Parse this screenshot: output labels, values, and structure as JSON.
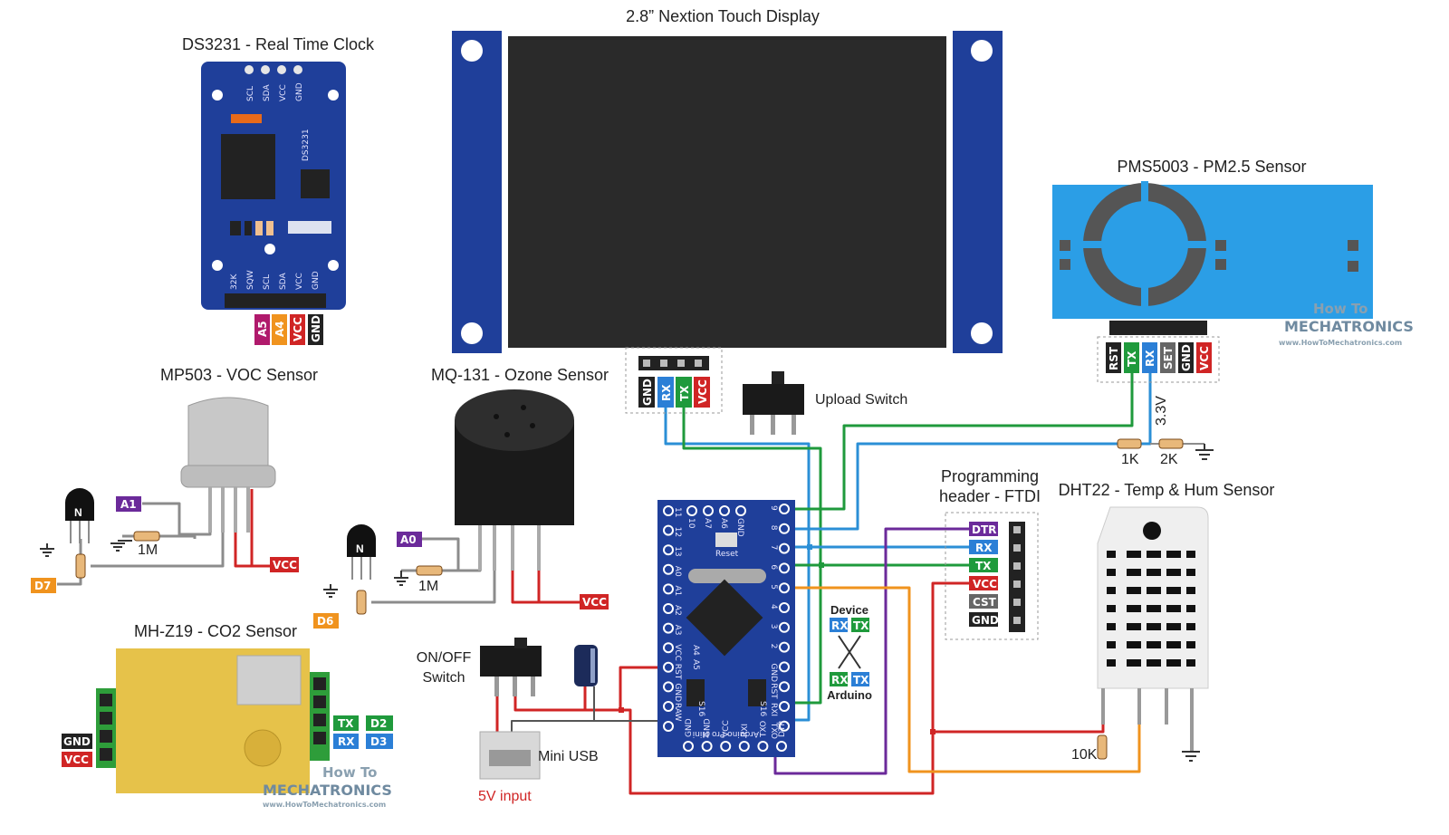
{
  "colors": {
    "board_blue": "#1f3f9a",
    "pms_blue": "#2b9ee6",
    "mhz_gold": "#e6c24a",
    "wire_red": "#d02525",
    "wire_green": "#1f9a3c",
    "wire_blue": "#2b8fd6",
    "wire_purple": "#6b2a9a",
    "wire_orange": "#f0931e",
    "wire_gray": "#8c8c8c",
    "pin_a5": "#b01a6c",
    "pin_orange": "#f0931e",
    "pin_red": "#d02525",
    "pin_black": "#222222",
    "pin_purple": "#6b2a9a",
    "pin_green": "#1f9a3c",
    "pin_blue": "#2b7fd6",
    "pin_gray": "#666666"
  },
  "titles": {
    "nextion": "2.8” Nextion Touch Display",
    "rtc": "DS3231 - Real Time Clock",
    "pms": "PMS5003 - PM2.5 Sensor",
    "mp503": "MP503 - VOC Sensor",
    "mq131": "MQ-131 - Ozone Sensor",
    "mhz19": "MH-Z19 - CO2 Sensor",
    "programming_1": "Programming",
    "programming_2": "header - FTDI",
    "dht22": "DHT22 - Temp & Hum Sensor"
  },
  "labels": {
    "upload_switch": "Upload Switch",
    "onoff_1": "ON/OFF",
    "onoff_2": "Switch",
    "mini_usb": "Mini USB",
    "five_v": "5V input",
    "device": "Device",
    "arduino": "Arduino",
    "r_1m_a": "1M",
    "r_1m_b": "1M",
    "r_1k": "1K",
    "r_2k": "2K",
    "r_10k": "10K",
    "v33": "3.3V",
    "transistor": "N",
    "pro_mini": "Arduino Pro Mini",
    "reset": "Reset",
    "regulator": "S16"
  },
  "rtc": {
    "chip": "DS3231",
    "top_pins": [
      "SCL",
      "SDA",
      "VCC",
      "GND"
    ],
    "bottom_pins": [
      "32K",
      "SQW",
      "SCL",
      "SDA",
      "VCC",
      "GND"
    ],
    "tags": [
      "A5",
      "A4",
      "VCC",
      "GND"
    ]
  },
  "nextion_tags": [
    "GND",
    "RX",
    "TX",
    "VCC"
  ],
  "pms_tags": [
    "RST",
    "TX",
    "RX",
    "SET",
    "GND",
    "VCC"
  ],
  "mp503_tags": {
    "analog": "A1",
    "digital": "D7",
    "vcc": "VCC"
  },
  "mq131_tags": {
    "analog": "A0",
    "digital": "D6",
    "vcc": "VCC"
  },
  "mhz19_tags": {
    "gnd": "GND",
    "vcc": "VCC",
    "tx": "TX",
    "d2": "D2",
    "rx": "RX",
    "d3": "D3"
  },
  "ftdi_tags": [
    "DTR",
    "RX",
    "TX",
    "VCC",
    "CST",
    "GND"
  ],
  "xover": {
    "dev_rx": "RX",
    "dev_tx": "TX",
    "ard_rx": "RX",
    "ard_tx": "TX"
  },
  "pro_mini": {
    "top_labels": [
      "10",
      "A7",
      "A6",
      "GND"
    ],
    "left_labels": [
      "11",
      "12",
      "13",
      "A0",
      "A1",
      "A2",
      "A3",
      "VCC",
      "RST",
      "GND",
      "RAW"
    ],
    "right_labels": [
      "9",
      "8",
      "7",
      "6",
      "5",
      "4",
      "3",
      "2",
      "GND",
      "RST",
      "RXI",
      "TXO"
    ],
    "bottom_labels": [
      "GND",
      "GND",
      "VCC",
      "RXI",
      "TXO",
      "DTR"
    ],
    "a4a5": [
      "A4",
      "A5"
    ]
  },
  "watermark": {
    "line1": "How To",
    "line2": "MECHATRONICS",
    "url": "www.HowToMechatronics.com"
  }
}
